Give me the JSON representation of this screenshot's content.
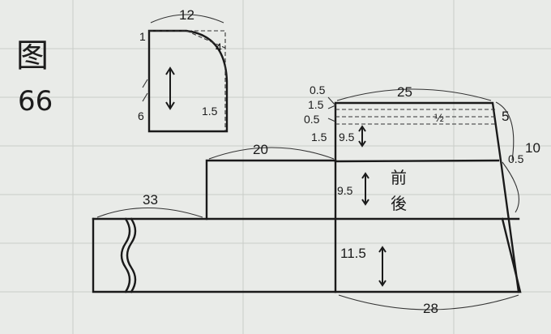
{
  "figure": {
    "title": "图",
    "number": "66"
  },
  "pocket": {
    "w": "12",
    "side_top": "1",
    "side_bottom": "6",
    "curve_v": "4",
    "curve_h": "1.5"
  },
  "yoke": {
    "top": "25",
    "l1": "0.5",
    "l2": "1.5",
    "l3": "0.5",
    "l4": "1.5",
    "mark": "½",
    "side_top": "5",
    "side_right": "10",
    "side_mid": "0.5",
    "height": "9.5"
  },
  "middle": {
    "width": "20",
    "height": "9.5",
    "front": "前",
    "back": "後"
  },
  "bottom": {
    "width": "33",
    "height": "11.5",
    "base": "28"
  }
}
